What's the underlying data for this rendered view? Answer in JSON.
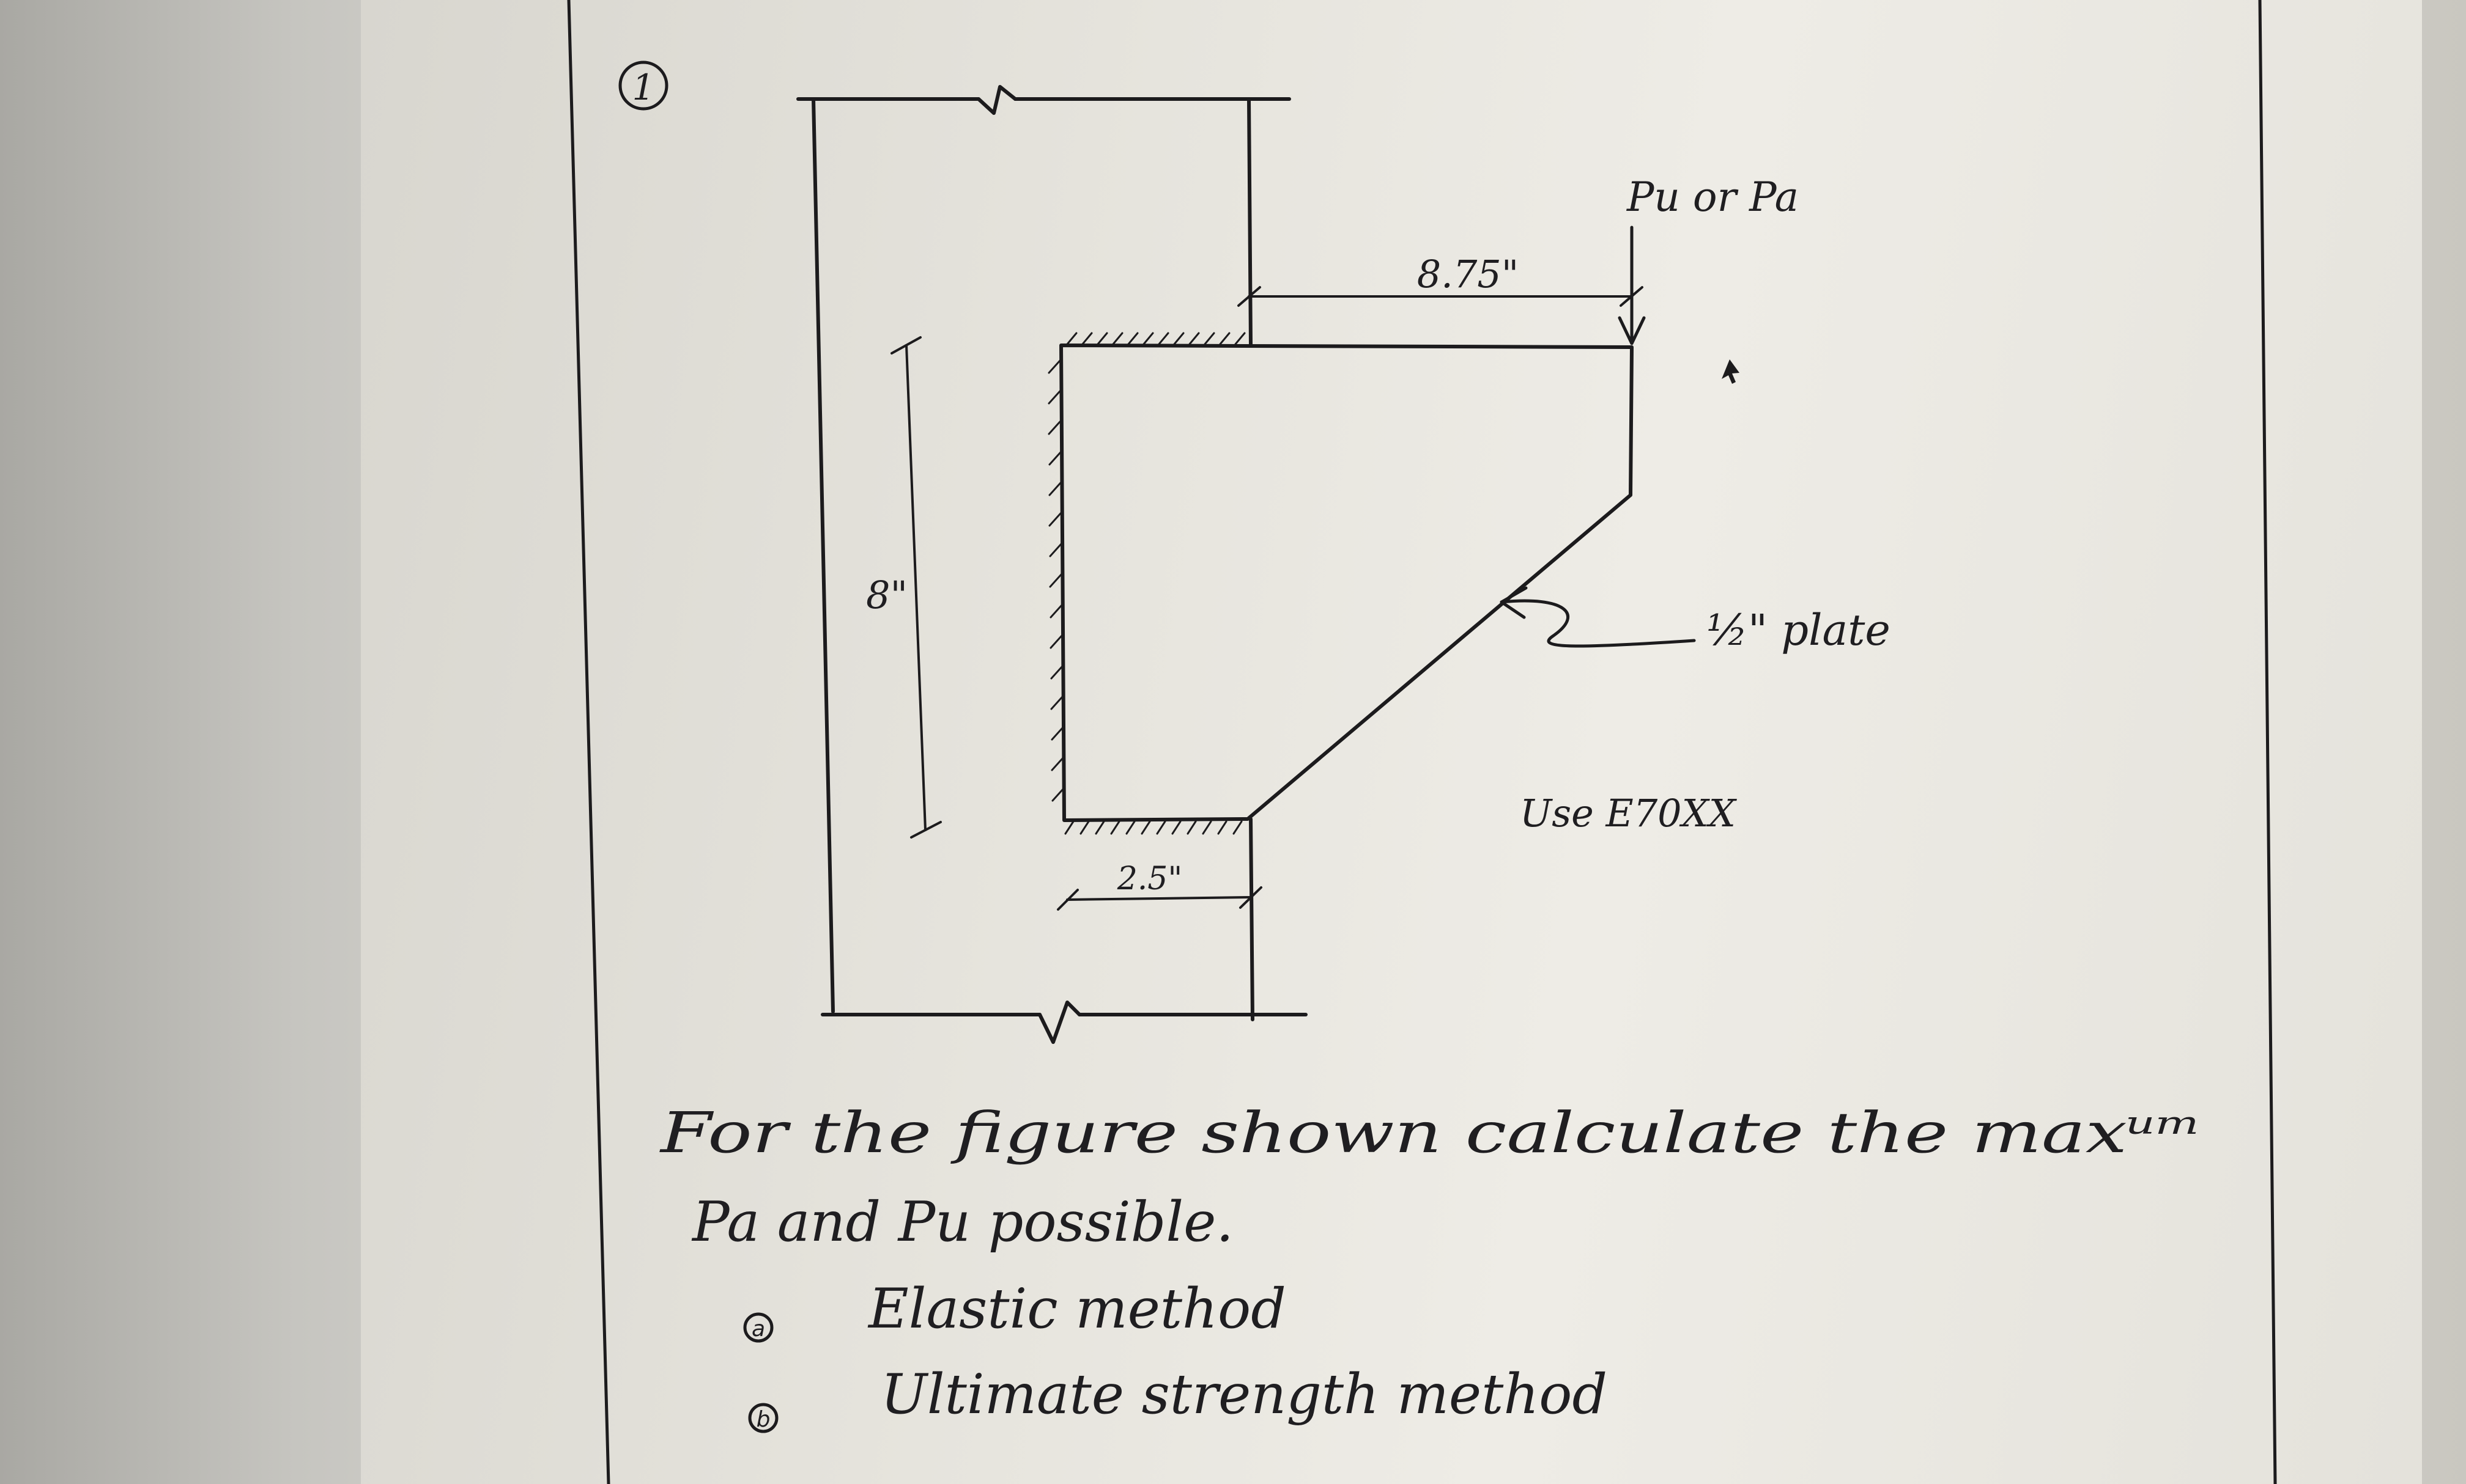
{
  "problem_number": "1",
  "figure": {
    "load_label": "Pu or Pa",
    "dim_horizontal": "8.75\"",
    "dim_vertical": "8\"",
    "dim_bottom": "2.5\"",
    "plate_label": "½\" plate",
    "electrode_label": "Use E70XX"
  },
  "problem": {
    "line1": "For the figure shown calculate the maxᵘᵐ",
    "line2": "Pa and Pu possible.",
    "parts": [
      {
        "marker": "a",
        "text": "Elastic method"
      },
      {
        "marker": "b",
        "text": "Ultimate strength method"
      }
    ]
  }
}
